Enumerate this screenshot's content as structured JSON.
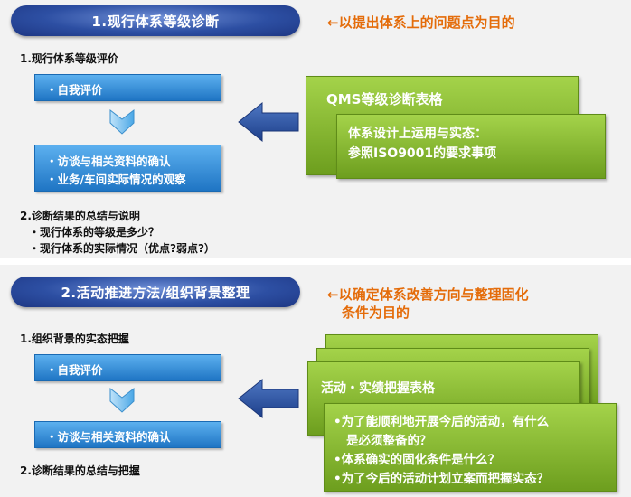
{
  "section1": {
    "title": "1.现行体系等级诊断",
    "purpose": "←以提出体系上的问题点为目的",
    "heading1": "1.现行体系等级评价",
    "box1_item": "・自我评价",
    "box2_items": [
      "・访谈与相关资料的确认",
      "・业务/车间实际情况的观察"
    ],
    "heading2": "2.诊断结果的总结与说明",
    "bullets": [
      "・现行体系的等级是多少？",
      "・现行体系的实际情况（优点?弱点?）"
    ],
    "tool_title": "QMS等级诊断表格",
    "tool_desc": [
      "体系设计上运用与实态：",
      "参照ISO9001的要求事项"
    ]
  },
  "section2": {
    "title": "2.活动推进方法/组织背景整理",
    "purpose": [
      "←以确定体系改善方向与整理固化",
      "条件为目的"
    ],
    "heading1": "1.组织背景的实态把握",
    "box1_item": "・自我评价",
    "box2_item": "・访谈与相关资料的确认",
    "heading2": "2.诊断结果的总结与把握",
    "tool_title": "活动・实绩把握表格",
    "tool_items": [
      "•为了能顺利地开展今后的活动，有什么",
      "是必须整备的？",
      "•体系确实的固化条件是什么？",
      "•为了今后的活动计划立案而把握实态？"
    ]
  },
  "colors": {
    "orange": "#e46c0a",
    "blue": "#1f75c4",
    "green": "#8dc03a",
    "navy": "#2d4fa3"
  }
}
